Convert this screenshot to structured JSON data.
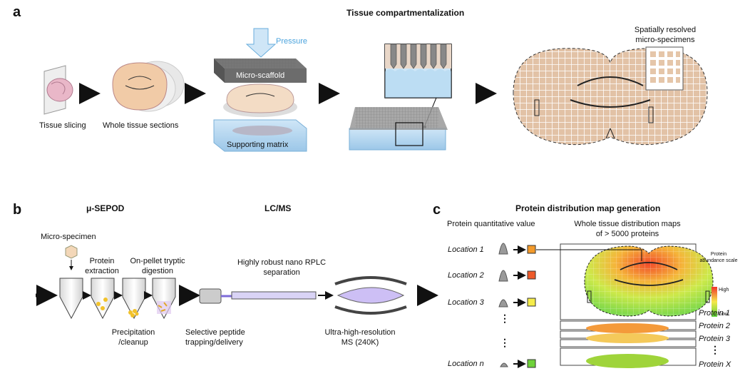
{
  "panels": {
    "a": "a",
    "b": "b",
    "c": "c"
  },
  "section_a": {
    "title": "Tissue compartmentalization",
    "tissue_slicing": "Tissue slicing",
    "whole_tissue_sections": "Whole tissue sections",
    "pressure": "Pressure",
    "micro_scaffold": "Micro-scaffold",
    "supporting_matrix": "Supporting matrix",
    "spatially_resolved": "Spatially resolved",
    "micro_specimens": "micro-specimens"
  },
  "section_b": {
    "usepod": "μ-SEPOD",
    "lcms": "LC/MS",
    "micro_specimen": "Micro-specimen",
    "protein_extraction_1": "Protein",
    "protein_extraction_2": "extraction",
    "on_pellet_1": "On-pellet tryptic",
    "on_pellet_2": "digestion",
    "precipitation_1": "Precipitation",
    "precipitation_2": "/cleanup",
    "highly_robust_1": "Highly robust nano RPLC",
    "highly_robust_2": "separation",
    "selective_1": "Selective peptide",
    "selective_2": "trapping/delivery",
    "ultra_1": "Ultra-high-resolution",
    "ultra_2": "MS (240K)"
  },
  "section_c": {
    "title": "Protein distribution map generation",
    "quant_value": "Protein quantitative value",
    "whole_maps_1": "Whole tissue distribution maps",
    "whole_maps_2": "of > 5000 proteins",
    "locations": [
      "Location 1",
      "Location 2",
      "Location 3",
      "Location n"
    ],
    "location_colors": [
      "#f39a2a",
      "#ee5a2a",
      "#f5ec4a",
      "#6fd23a"
    ],
    "proteins": [
      "Protein 1",
      "Protein 2",
      "Protein 3",
      "Protein X"
    ],
    "scale_title_1": "Protein",
    "scale_title_2": "abundance scale",
    "scale_high": "High",
    "scale_low": "Low",
    "ellipsis": "⋮"
  }
}
